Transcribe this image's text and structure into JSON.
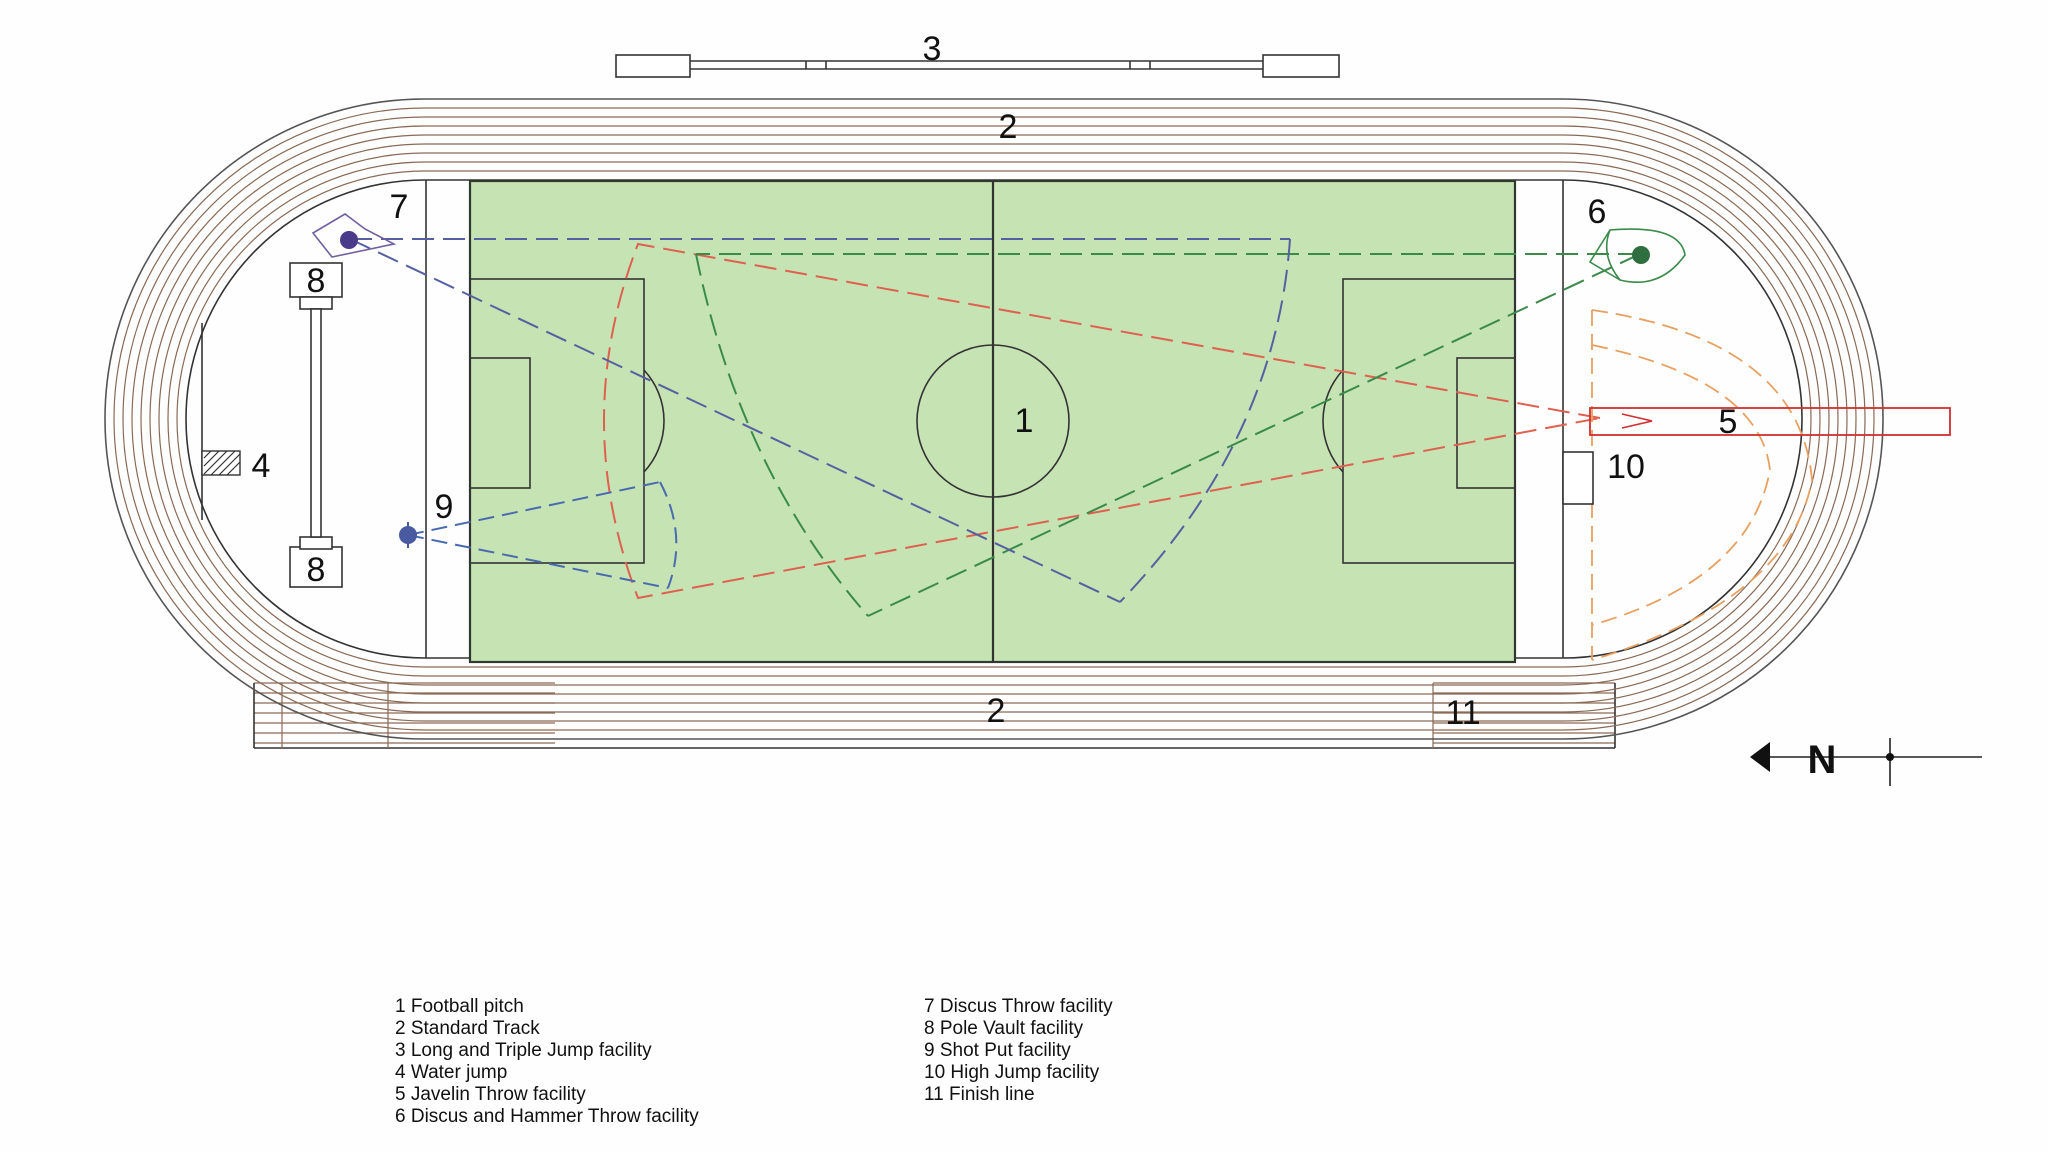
{
  "diagram": {
    "markers": {
      "m1": "1",
      "m2_top": "2",
      "m2_bottom": "2",
      "m3": "3",
      "m4": "4",
      "m5": "5",
      "m6": "6",
      "m7": "7",
      "m8_top": "8",
      "m8_bottom": "8",
      "m9": "9",
      "m10": "10",
      "m11": "11"
    },
    "north_label": "N",
    "colors": {
      "pitch": "#c6e3b4",
      "track": "#8a6a55",
      "javelin": "#e06050",
      "discus_hammer": "#3a8a4a",
      "discus": "#5560a0",
      "shot_put": "#4a6ab0",
      "high_jump": "#e8a060"
    }
  },
  "legend": {
    "left": [
      "1 Football pitch",
      "2 Standard Track",
      "3 Long and Triple Jump facility",
      "4 Water jump",
      "5 Javelin Throw facility",
      "6 Discus and Hammer Throw facility"
    ],
    "right": [
      "7 Discus Throw facility",
      "8 Pole Vault facility",
      "9 Shot Put facility",
      "10 High Jump facility",
      "11 Finish line"
    ]
  }
}
